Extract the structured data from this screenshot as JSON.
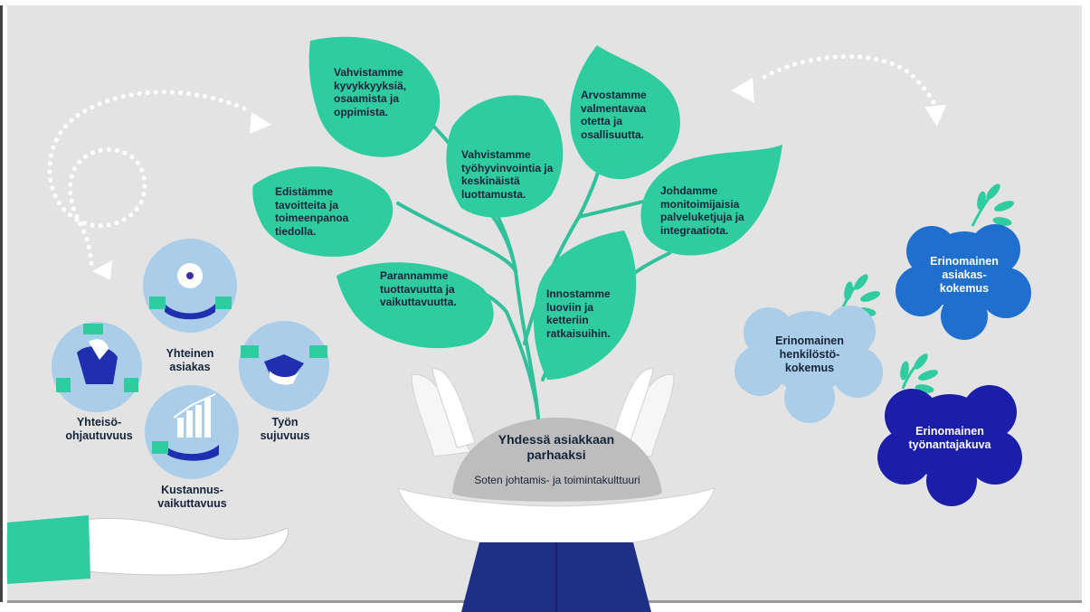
{
  "leaves": [
    "Vahvistamme kyvykkyyksiä, osaamista ja oppimista.",
    "Edistämme tavoitteita ja toimeenpanoa tiedolla.",
    "Vahvistamme työhyvinvointia ja keskinäistä luottamusta.",
    "Arvostamme valmentavaa otetta ja osallisuutta.",
    "Johdamme monitoimijaisia palveluketjuja ja integraatiota.",
    "Parannamme tuottavuutta ja vaikuttavuutta.",
    "Innostamme luoviin ja ketteriin ratkaisuihin."
  ],
  "center": {
    "title": "Yhdessä asiakkaan parhaaksi",
    "subtitle": "Soten johtamis- ja toimintakulttuuri"
  },
  "circles": [
    "Yhteinen asiakas",
    "Yhteisö-ohjautuvuus",
    "Työn sujuvuus",
    "Kustannus-vaikuttavuus"
  ],
  "outcomes": [
    "Erinomainen asiakas-kokemus",
    "Erinomainen henkilöstö-kokemus",
    "Erinomainen työnantajakuva"
  ],
  "colors": {
    "leaf_green": "#2ecc9e",
    "light_blue": "#aacde9",
    "mid_blue": "#1f6fcf",
    "dark_blue": "#1a1ea8",
    "stone_gray": "#bdbdbd",
    "background": "#e3e3e3"
  }
}
